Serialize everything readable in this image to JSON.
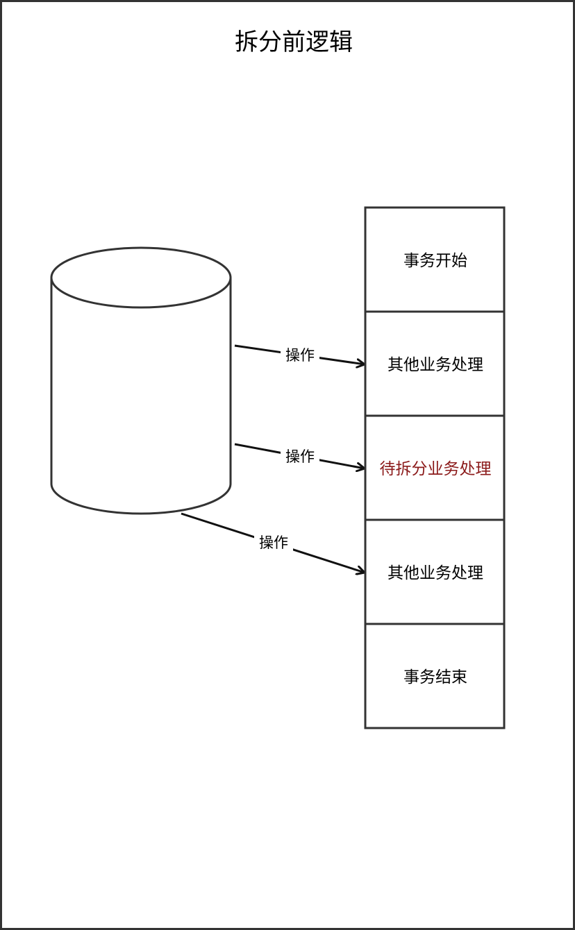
{
  "diagram": {
    "title": "拆分前逻辑",
    "colors": {
      "stroke": "#333333",
      "text": "#000000",
      "highlight_text": "#8b1a1a",
      "background": "#ffffff"
    },
    "steps": [
      {
        "label": "事务开始",
        "highlight": false
      },
      {
        "label": "其他业务处理",
        "highlight": false
      },
      {
        "label": "待拆分业务处理",
        "highlight": true
      },
      {
        "label": "其他业务处理",
        "highlight": false
      },
      {
        "label": "事务结束",
        "highlight": false
      }
    ],
    "arrows": [
      {
        "label": "操作",
        "from_step": 1
      },
      {
        "label": "操作",
        "from_step": 2
      },
      {
        "label": "操作",
        "from_step": 3
      }
    ],
    "database_icon": "cylinder-database-icon"
  }
}
